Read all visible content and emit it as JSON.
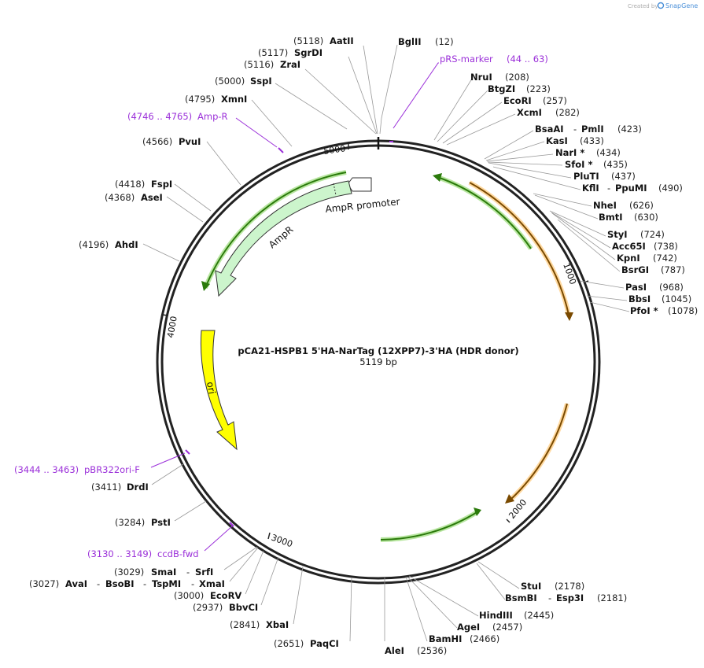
{
  "watermark": {
    "created_by": "Created by",
    "brand": "SnapGene"
  },
  "map": {
    "title": "pCA21-HSPB1 5'HA-NarTag (12XPP7)-3'HA (HDR donor)",
    "length_label": "5119 bp",
    "length": 5119,
    "ticks": [
      "1000",
      "2000",
      "3000",
      "4000",
      "5000"
    ],
    "features": [
      {
        "name": "AmpR promoter",
        "color": "#ffffff"
      },
      {
        "name": "AmpR",
        "color": "#ccf5cc"
      },
      {
        "name": "ori",
        "color": "#ffff00"
      }
    ],
    "primers": [
      {
        "name": "pRS-marker",
        "range": "(44 .. 63)"
      },
      {
        "name": "Amp-R",
        "range": "(4746 .. 4765)"
      },
      {
        "name": "pBR322ori-F",
        "range": "(3444 .. 3463)"
      },
      {
        "name": "ccdB-fwd",
        "range": "(3130 .. 3149)"
      }
    ],
    "right_sites": [
      {
        "name": "BglII",
        "pos": "(12)"
      },
      {
        "name": "NruI",
        "pos": "(208)"
      },
      {
        "name": "BtgZI",
        "pos": "(223)"
      },
      {
        "name": "EcoRI",
        "pos": "(257)"
      },
      {
        "name": "XcmI",
        "pos": "(282)"
      },
      {
        "name": "BsaAI",
        "sep": "-",
        "name2": "PmlI",
        "pos": "(423)"
      },
      {
        "name": "KasI",
        "pos": "(433)"
      },
      {
        "name": "NarI *",
        "pos": "(434)"
      },
      {
        "name": "SfoI *",
        "pos": "(435)"
      },
      {
        "name": "PluTI",
        "pos": "(437)"
      },
      {
        "name": "KflI",
        "sep": "-",
        "name2": "PpuMI",
        "pos": "(490)"
      },
      {
        "name": "NheI",
        "pos": "(626)"
      },
      {
        "name": "BmtI",
        "pos": "(630)"
      },
      {
        "name": "StyI",
        "pos": "(724)"
      },
      {
        "name": "Acc65I",
        "pos": "(738)"
      },
      {
        "name": "KpnI",
        "pos": "(742)"
      },
      {
        "name": "BsrGI",
        "pos": "(787)"
      },
      {
        "name": "PasI",
        "pos": "(968)"
      },
      {
        "name": "BbsI",
        "pos": "(1045)"
      },
      {
        "name": "PfoI *",
        "pos": "(1078)"
      },
      {
        "name": "StuI",
        "pos": "(2178)"
      },
      {
        "name": "BsmBI",
        "sep": "-",
        "name2": "Esp3I",
        "pos": "(2181)"
      },
      {
        "name": "HindIII",
        "pos": "(2445)"
      },
      {
        "name": "AgeI",
        "pos": "(2457)"
      },
      {
        "name": "BamHI",
        "pos": "(2466)"
      },
      {
        "name": "AleI",
        "pos": "(2536)"
      }
    ],
    "left_sites": [
      {
        "name": "AatII",
        "pos": "(5118)"
      },
      {
        "name": "SgrDI",
        "pos": "(5117)"
      },
      {
        "name": "ZraI",
        "pos": "(5116)"
      },
      {
        "name": "SspI",
        "pos": "(5000)"
      },
      {
        "name": "XmnI",
        "pos": "(4795)"
      },
      {
        "name": "PvuI",
        "pos": "(4566)"
      },
      {
        "name": "FspI",
        "pos": "(4418)"
      },
      {
        "name": "AseI",
        "pos": "(4368)"
      },
      {
        "name": "AhdI",
        "pos": "(4196)"
      },
      {
        "name": "DrdI",
        "pos": "(3411)"
      },
      {
        "name": "PstI",
        "pos": "(3284)"
      },
      {
        "name": "SmaI",
        "sep": "-",
        "name2": "SrfI",
        "pos": "(3029)"
      },
      {
        "name": "AvaI",
        "sep": "-",
        "name2": "BsoBI",
        "sep2": "-",
        "name3": "TspMI",
        "sep3": "-",
        "name4": "XmaI",
        "pos": "(3027)"
      },
      {
        "name": "EcoRV",
        "pos": "(3000)"
      },
      {
        "name": "BbvCI",
        "pos": "(2937)"
      },
      {
        "name": "XbaI",
        "pos": "(2841)"
      },
      {
        "name": "PaqCI",
        "pos": "(2651)"
      }
    ]
  }
}
